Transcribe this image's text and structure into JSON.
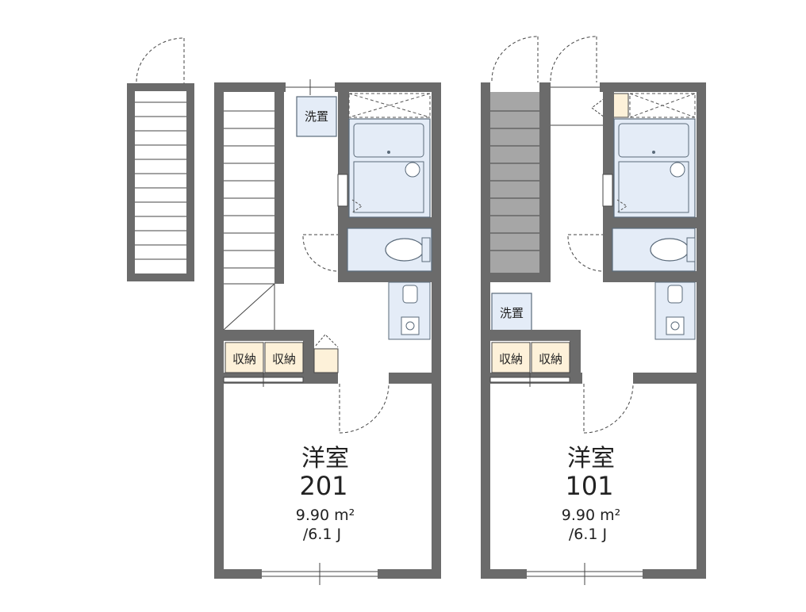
{
  "colors": {
    "wall": "#6b6b6b",
    "line": "#444444",
    "fixture_fill": "#e4ecf7",
    "fixture_stroke": "#5a6a7a",
    "entry_fill": "#fdf1d9",
    "stair_dark": "#a6a6a6",
    "background": "#ffffff"
  },
  "units": [
    {
      "id": "201",
      "room_type": "洋室",
      "room_number": "201",
      "area": "9.90 m²",
      "size": "/6.1 J",
      "closet_left": "収納",
      "closet_right": "収納",
      "washer": "洗置"
    },
    {
      "id": "101",
      "room_type": "洋室",
      "room_number": "101",
      "area": "9.90 m²",
      "size": "/6.1 J",
      "closet_left": "収納",
      "closet_right": "収納",
      "washer": "洗置"
    }
  ]
}
